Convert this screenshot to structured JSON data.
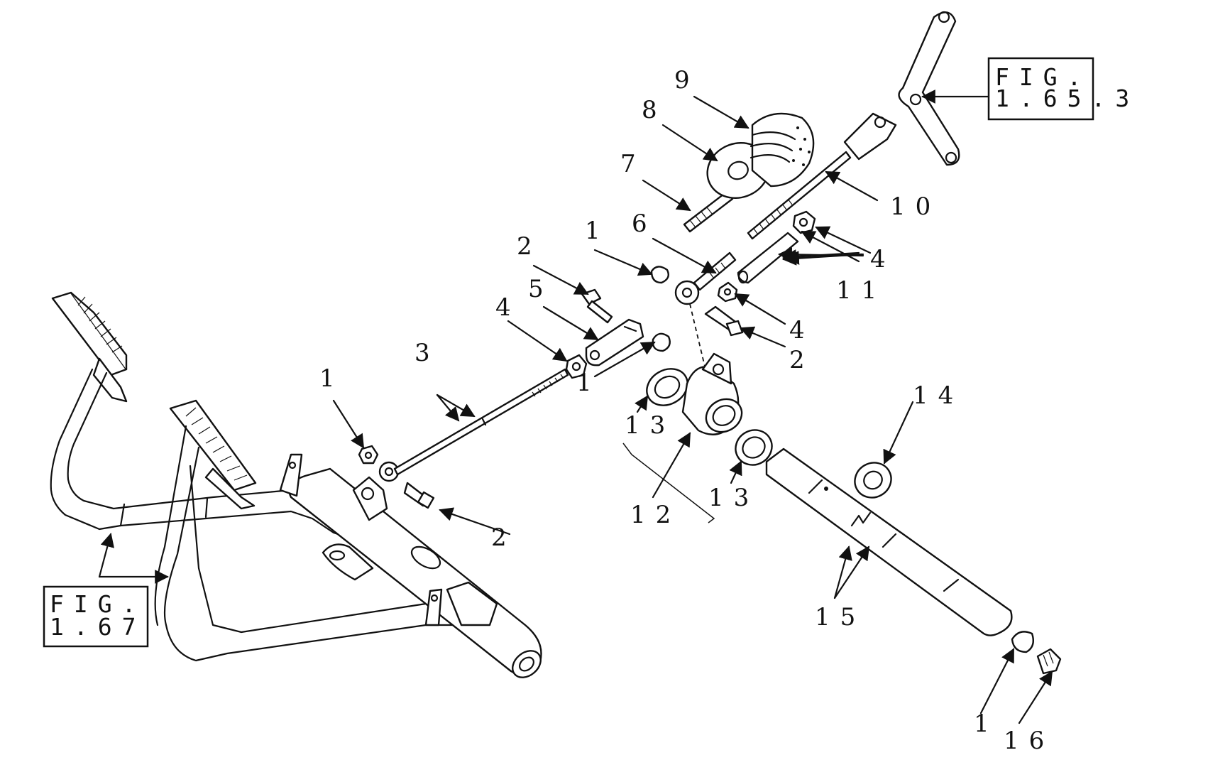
{
  "figure_refs": [
    {
      "id": "fig-ref-top-right",
      "line1": "FIG.",
      "line2": "1.65.3"
    },
    {
      "id": "fig-ref-bottom-left",
      "line1": "FIG.",
      "line2": "1.67"
    }
  ],
  "callouts": [
    "1",
    "1",
    "1",
    "1",
    "2",
    "2",
    "2",
    "3",
    "4",
    "4",
    "4",
    "5",
    "6",
    "7",
    "8",
    "9",
    "10",
    "11",
    "12",
    "13",
    "13",
    "14",
    "15",
    "16"
  ]
}
